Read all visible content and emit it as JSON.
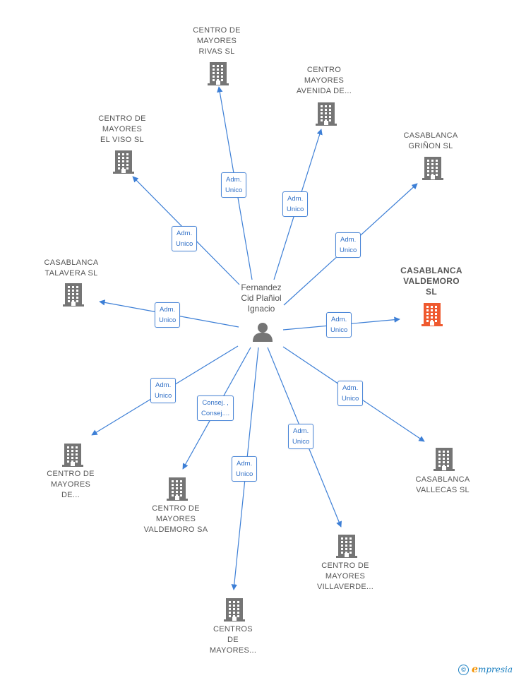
{
  "center": {
    "name": "Fernandez\nCid Plañiol\nIgnacio",
    "icon": "person-icon"
  },
  "nodes": [
    {
      "id": "rivas",
      "label": "CENTRO DE\nMAYORES\nRIVAS  SL",
      "focus": false
    },
    {
      "id": "avenida",
      "label": "CENTRO\nMAYORES\nAVENIDA DE...",
      "focus": false
    },
    {
      "id": "elviso",
      "label": "CENTRO DE\nMAYORES\nEL VISO  SL",
      "focus": false
    },
    {
      "id": "grinon",
      "label": "CASABLANCA\nGRIÑON  SL",
      "focus": false
    },
    {
      "id": "talavera",
      "label": "CASABLANCA\nTALAVERA  SL",
      "focus": false
    },
    {
      "id": "valdemoro_sl",
      "label": "CASABLANCA\nVALDEMORO\nSL",
      "focus": true
    },
    {
      "id": "de",
      "label": "CENTRO DE\nMAYORES\nDE...",
      "focus": false
    },
    {
      "id": "vallecas",
      "label": "CASABLANCA\nVALLECAS  SL",
      "focus": false
    },
    {
      "id": "valdemoro_sa",
      "label": "CENTRO DE\nMAYORES\nVALDEMORO SA",
      "focus": false
    },
    {
      "id": "villaverde",
      "label": "CENTRO DE\nMAYORES\nVILLAVERDE...",
      "focus": false
    },
    {
      "id": "centros",
      "label": "CENTROS\nDE\nMAYORES...",
      "focus": false
    }
  ],
  "edges": [
    {
      "to": "rivas",
      "label": "Adm.\nUnico"
    },
    {
      "to": "avenida",
      "label": "Adm.\nUnico"
    },
    {
      "to": "elviso",
      "label": "Adm.\nUnico"
    },
    {
      "to": "grinon",
      "label": "Adm.\nUnico"
    },
    {
      "to": "talavera",
      "label": "Adm.\nUnico"
    },
    {
      "to": "valdemoro_sl",
      "label": "Adm.\nUnico"
    },
    {
      "to": "de",
      "label": "Adm.\nUnico"
    },
    {
      "to": "vallecas",
      "label": "Adm.\nUnico"
    },
    {
      "to": "valdemoro_sa",
      "label": "Consej. ,\nConsej...."
    },
    {
      "to": "villaverde",
      "label": "Adm.\nUnico"
    },
    {
      "to": "centros",
      "label": "Adm.\nUnico"
    }
  ],
  "colors": {
    "edge": "#3d7fd6",
    "building": "#757575",
    "focus_building": "#ef5a2f",
    "label": "#555555"
  },
  "footer": {
    "copyright": "©",
    "brand_e": "e",
    "brand_rest": "mpresia"
  }
}
